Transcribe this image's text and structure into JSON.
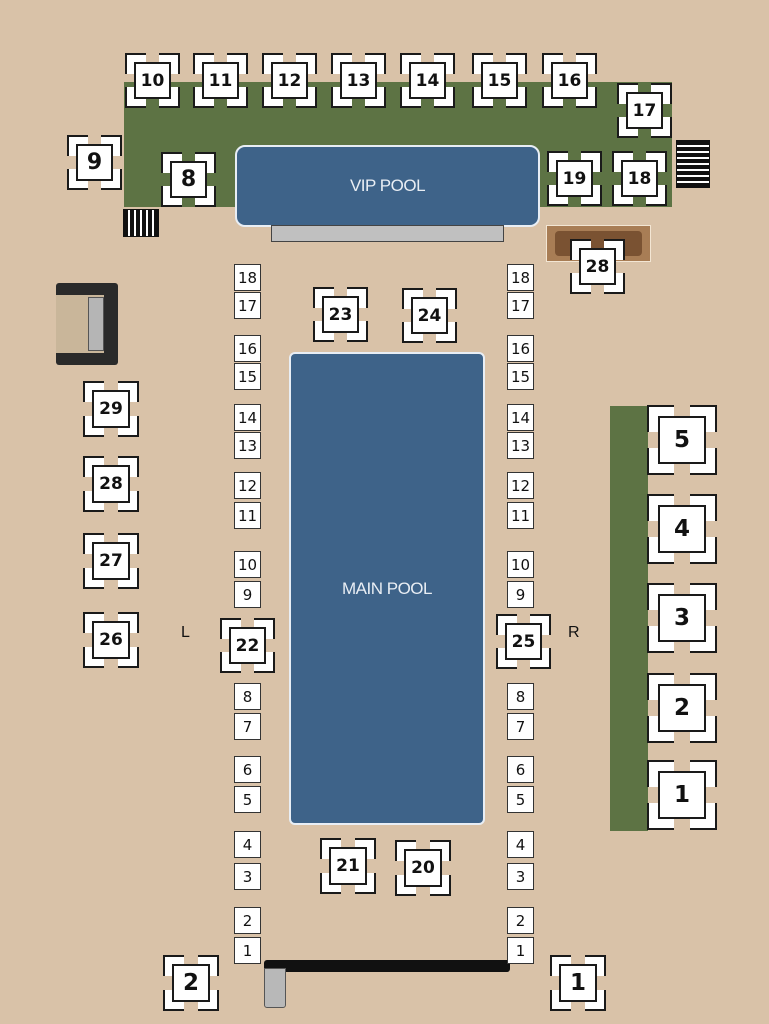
{
  "pools": {
    "vip": "VIP POOL",
    "main": "MAIN POOL"
  },
  "side_labels": {
    "left": "L",
    "right": "R"
  },
  "cabanas": {
    "top_row": [
      "10",
      "11",
      "12",
      "13",
      "14",
      "15",
      "16"
    ],
    "c17": "17",
    "c18": "18",
    "c19": "19",
    "c9": "9",
    "c8": "8",
    "c28_top": "28",
    "c23": "23",
    "c24": "24",
    "left_col": [
      "29",
      "28",
      "27",
      "26"
    ],
    "c22": "22",
    "c25": "25",
    "right_col": [
      "5",
      "4",
      "3",
      "2",
      "1"
    ],
    "c21": "21",
    "c20": "20",
    "bottom_left": "2",
    "bottom_right": "1"
  },
  "loungers": {
    "left": [
      "18",
      "17",
      "16",
      "15",
      "14",
      "13",
      "12",
      "11",
      "10",
      "9",
      "8",
      "7",
      "6",
      "5",
      "4",
      "3",
      "2",
      "1"
    ],
    "right": [
      "18",
      "17",
      "16",
      "15",
      "14",
      "13",
      "12",
      "11",
      "10",
      "9",
      "8",
      "7",
      "6",
      "5",
      "4",
      "3",
      "2",
      "1"
    ]
  },
  "colors": {
    "ground": "#d9c2a8",
    "lawn": "#5d7344",
    "water": "#3e6389"
  }
}
